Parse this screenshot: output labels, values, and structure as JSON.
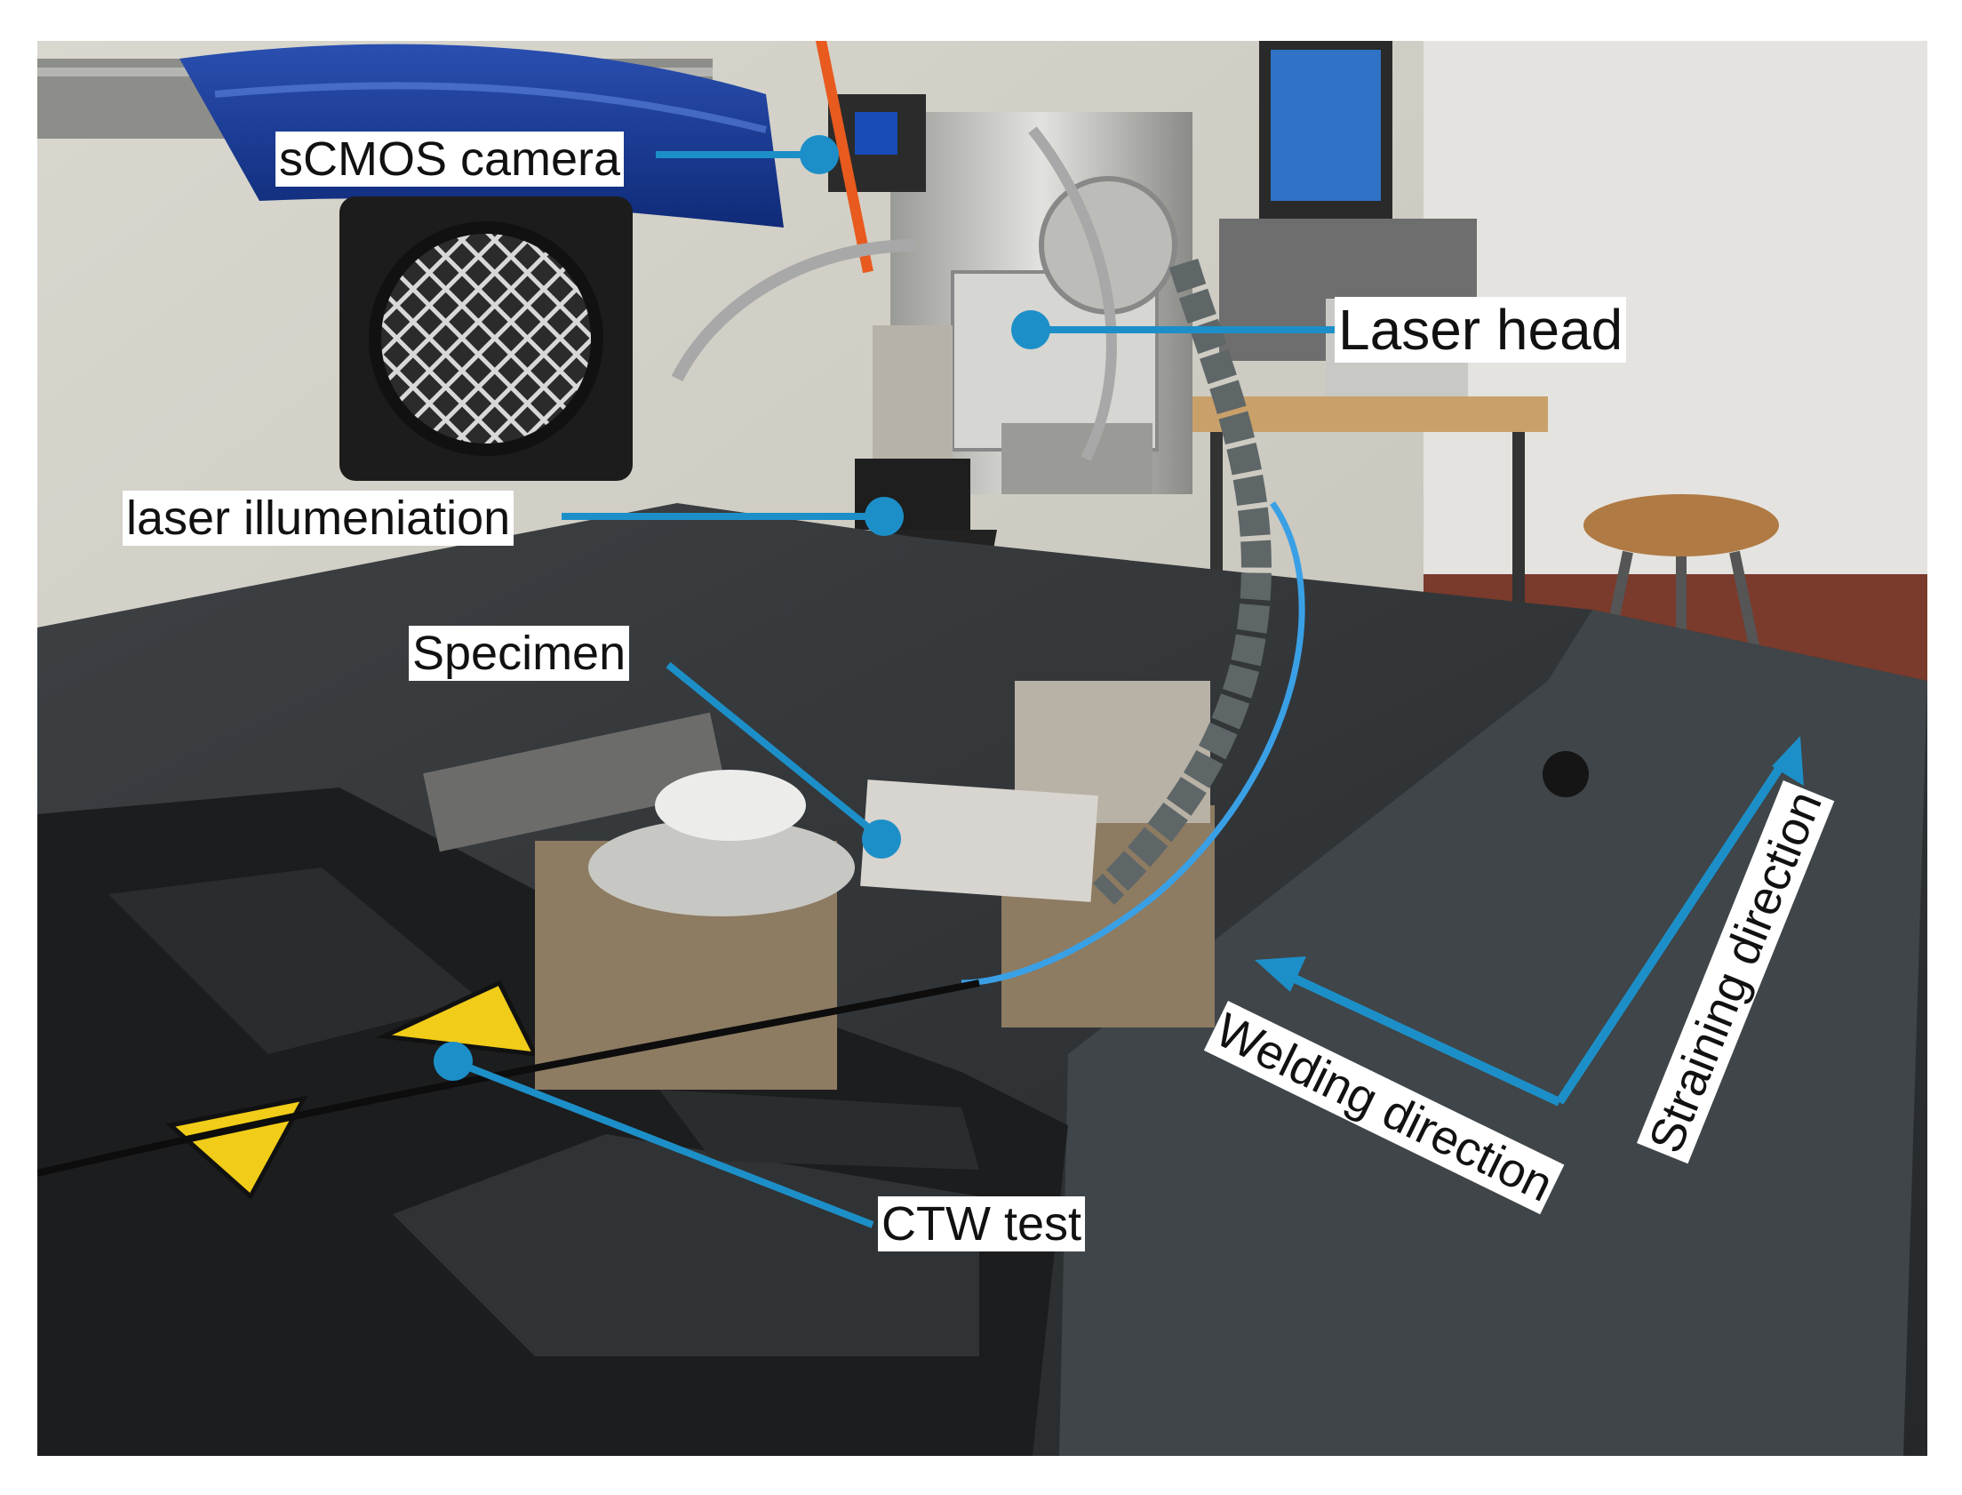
{
  "annotations": {
    "scmos_camera": "sCMOS camera",
    "laser_head": "Laser head",
    "laser_illumination": "laser illumeniation",
    "specimen": "Specimen",
    "ctw_test": "CTW test",
    "welding_direction": "Welding direction",
    "straining_direction": "Straining direction"
  },
  "colors": {
    "annotation_line": "#1d8fc8",
    "label_background": "#ffffff",
    "label_text": "#111111"
  }
}
